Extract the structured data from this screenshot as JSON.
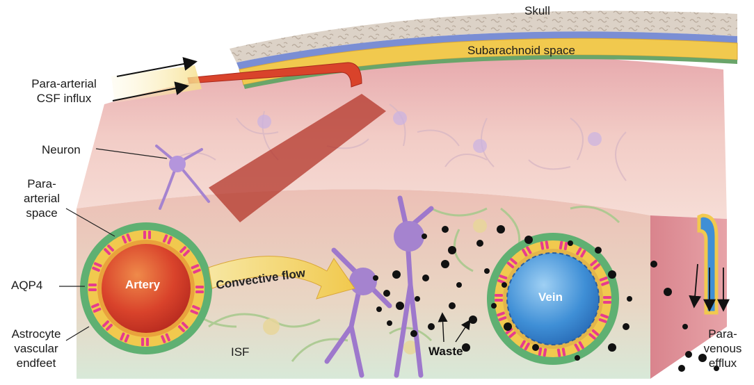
{
  "labels": {
    "skull": "Skull",
    "subarachnoid": "Subarachnoid space",
    "influx": "Para-arterial\nCSF influx",
    "neuron": "Neuron",
    "para_arterial_space": "Para-\narterial\nspace",
    "aqp4": "AQP4",
    "endfeet": "Astrocyte\nvascular\nendfeet",
    "artery": "Artery",
    "convective": "Convective flow",
    "vein": "Vein",
    "isf": "ISF",
    "waste": "Waste",
    "efflux": "Para-\nvenous\nefflux"
  },
  "colors": {
    "skull": "#d9cfc4",
    "dura": "#7a8ed4",
    "csf": "#f1c94e",
    "artery": "#d9432b",
    "vein": "#3f8fd6",
    "astrocyte": "#5fb072",
    "aqp4": "#e63c8d",
    "neuron": "#a583cf",
    "waste": "#111111",
    "tissue": "#e8b9b0"
  }
}
